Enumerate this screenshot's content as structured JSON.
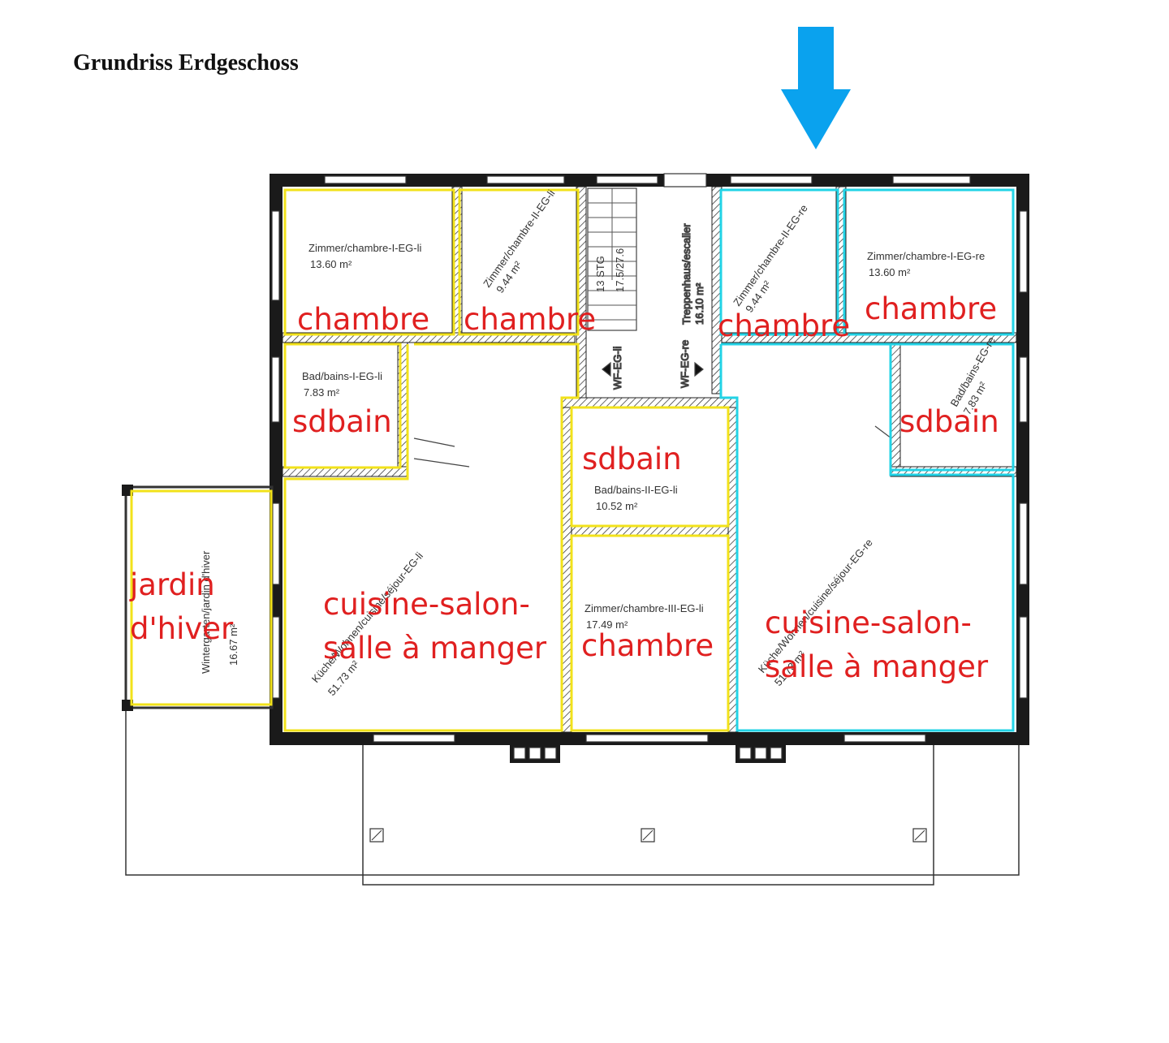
{
  "title": "Grundriss Erdgeschoss",
  "colors": {
    "left_unit": "#f2e21a",
    "right_unit": "#22d3e6",
    "label": "#e02020",
    "arrow": "#0aa2ee"
  },
  "arrow_icon": "arrow-down-icon",
  "rooms": [
    {
      "label": "chambre",
      "detail": "Zimmer/chambre-I-EG-li",
      "area": "13.60  m²"
    },
    {
      "label": "chambre",
      "detail": "Zimmer/chambre-II-EG-li",
      "area": "9.44  m²"
    },
    {
      "label": "chambre",
      "detail": "Zimmer/chambre-II-EG-re",
      "area": "9.44  m²"
    },
    {
      "label": "chambre",
      "detail": "Zimmer/chambre-I-EG-re",
      "area": "13.60  m²"
    },
    {
      "label": "sdbain",
      "detail": "Bad/bains-I-EG-li",
      "area": "7.83  m²"
    },
    {
      "label": "sdbain",
      "detail": "Bad/bains-II-EG-li",
      "area": "10.52  m²"
    },
    {
      "label": "sdbain",
      "detail": "Bad/bains-EG-re",
      "area": "7.83  m²"
    },
    {
      "label": "chambre",
      "detail": "Zimmer/chambre-III-EG-li",
      "area": "17.49  m²"
    },
    {
      "label_line1": "cuisine-salon-",
      "label_line2": "salle à manger",
      "detail": "Küche/Wohnen/cuisine/séjour-EG-li",
      "area": "51.73  m²"
    },
    {
      "label_line1": "cuisine-salon-",
      "label_line2": "salle à manger",
      "detail": "Küche/Wohnen/cuisine/séjour-EG-re",
      "area": "51.73  m²"
    },
    {
      "label_line1": "jardin",
      "label_line2": "d'hiver",
      "detail": "Wintergarten/jardin d'hiver",
      "area": "16.67  m²"
    }
  ],
  "stair": {
    "line1": "13 STG",
    "line2": "17.5/27.6"
  },
  "hall": {
    "detail": "Treppenhaus/escalier",
    "area": "16.10  m²"
  },
  "doors": {
    "left": "WF-EG-li",
    "right": "WF-EG-re"
  }
}
